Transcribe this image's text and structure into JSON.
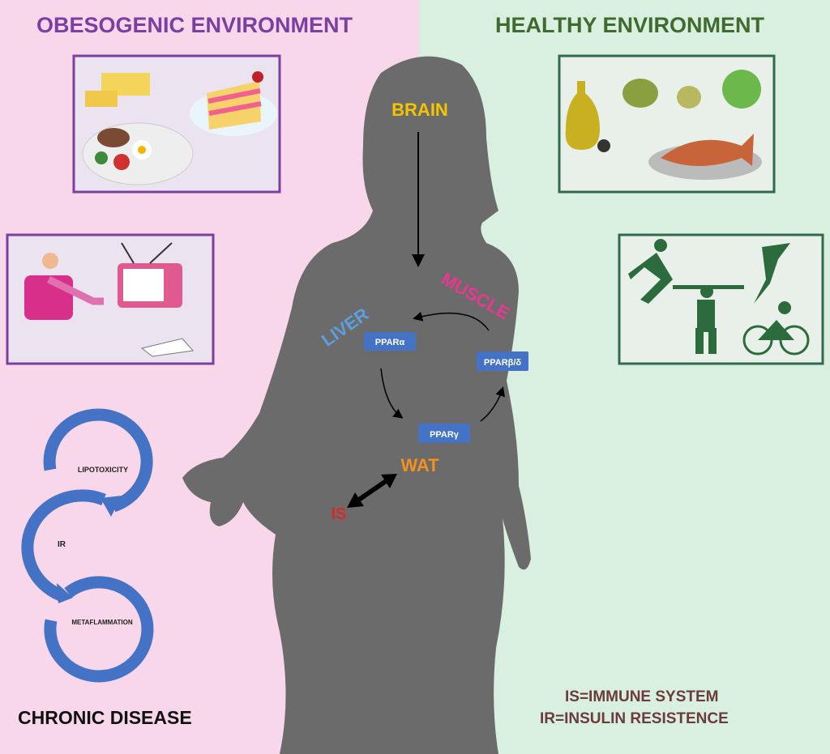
{
  "panels": {
    "left_title": "OBESOGENIC ENVIRONMENT",
    "right_title": "HEALTHY ENVIRONMENT"
  },
  "body": {
    "brain": "BRAIN",
    "liver": "LIVER",
    "muscle": "MUSCLE",
    "wat": "WAT",
    "is": "IS",
    "ppar_alpha": "PPARα",
    "ppar_beta_delta": "PPARβ/δ",
    "ppar_gamma": "PPARγ"
  },
  "cycle": {
    "items": [
      "LIPOTOXICITY",
      "IR",
      "METAFLAMMATION"
    ],
    "outcome": "CHRONIC DISEASE"
  },
  "legend": {
    "is": "IS=IMMUNE SYSTEM",
    "ir": "IR=INSULIN RESISTENCE"
  },
  "colors": {
    "left_bg": "#f7d7e9",
    "right_bg": "#d9efe0",
    "silhouette": "#6b6b6b",
    "ppar_box": "#4472c4",
    "cycle": "#4472c4",
    "brain": "#f5c400",
    "liver": "#5b9fe0",
    "muscle": "#e8388f",
    "wat": "#f39020",
    "is": "#d8282a"
  }
}
